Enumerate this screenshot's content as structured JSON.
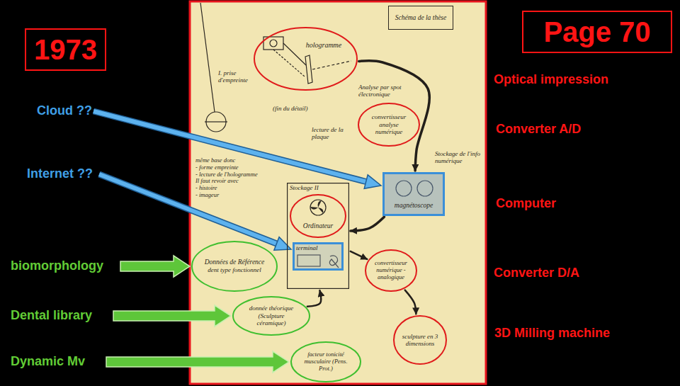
{
  "diagram": {
    "nodes": [
      {
        "text": [
          "1973"
        ]
      },
      {
        "text": [
          "Page 70"
        ]
      },
      {
        "text": [
          "Schéma de la thèse"
        ]
      },
      {
        "text": [
          "hologramme"
        ]
      },
      {
        "text": [
          "convertisseur analyse numérique"
        ]
      },
      {
        "text": [
          "magnétoscope"
        ]
      },
      {
        "text": [
          "Stockage II"
        ]
      },
      {
        "text": [
          "Ordinateur"
        ],
        "in": 6
      },
      {
        "text": [
          "terminal"
        ],
        "in": 6
      },
      {
        "text": [
          "convertisseur numérique - analogique"
        ]
      },
      {
        "text": [
          "sculpture en 3 dimensions"
        ]
      },
      {
        "text": [
          "Données de Référence",
          "dent type fonctionnel"
        ]
      },
      {
        "text": [
          "donnée théorique (Sculpture céramique)"
        ]
      },
      {
        "text": [
          "facteur tonicité musculaire (Pens. Prot.)"
        ]
      }
    ],
    "edges": [
      {
        "from": 3,
        "to": 5,
        "arrow": "to"
      },
      {
        "from": 5,
        "to": 6,
        "arrow": "to"
      },
      {
        "from": 6,
        "to": 9,
        "arrow": "to"
      },
      {
        "from": 9,
        "to": 10,
        "arrow": "to"
      },
      {
        "from": 12,
        "to": 6,
        "arrow": "to"
      }
    ],
    "labels": [
      "Cloud ??",
      "Internet ??",
      "biomorphology",
      "Dental library",
      "Dynamic Mv",
      "Optical impression",
      "Converter A/D",
      "Computer",
      "Converter D/A",
      "3D Milling machine",
      "I. prise d'empreinte",
      "Analyse par spot électronique",
      "(fin du détail)",
      "lecture de la plaque",
      "Stockage de l'info numérique",
      "même base donc",
      "- forme empreinte",
      "- lecture de l'hologramme",
      "Il faut revoir avec",
      "- histoire",
      "- imageur"
    ]
  }
}
